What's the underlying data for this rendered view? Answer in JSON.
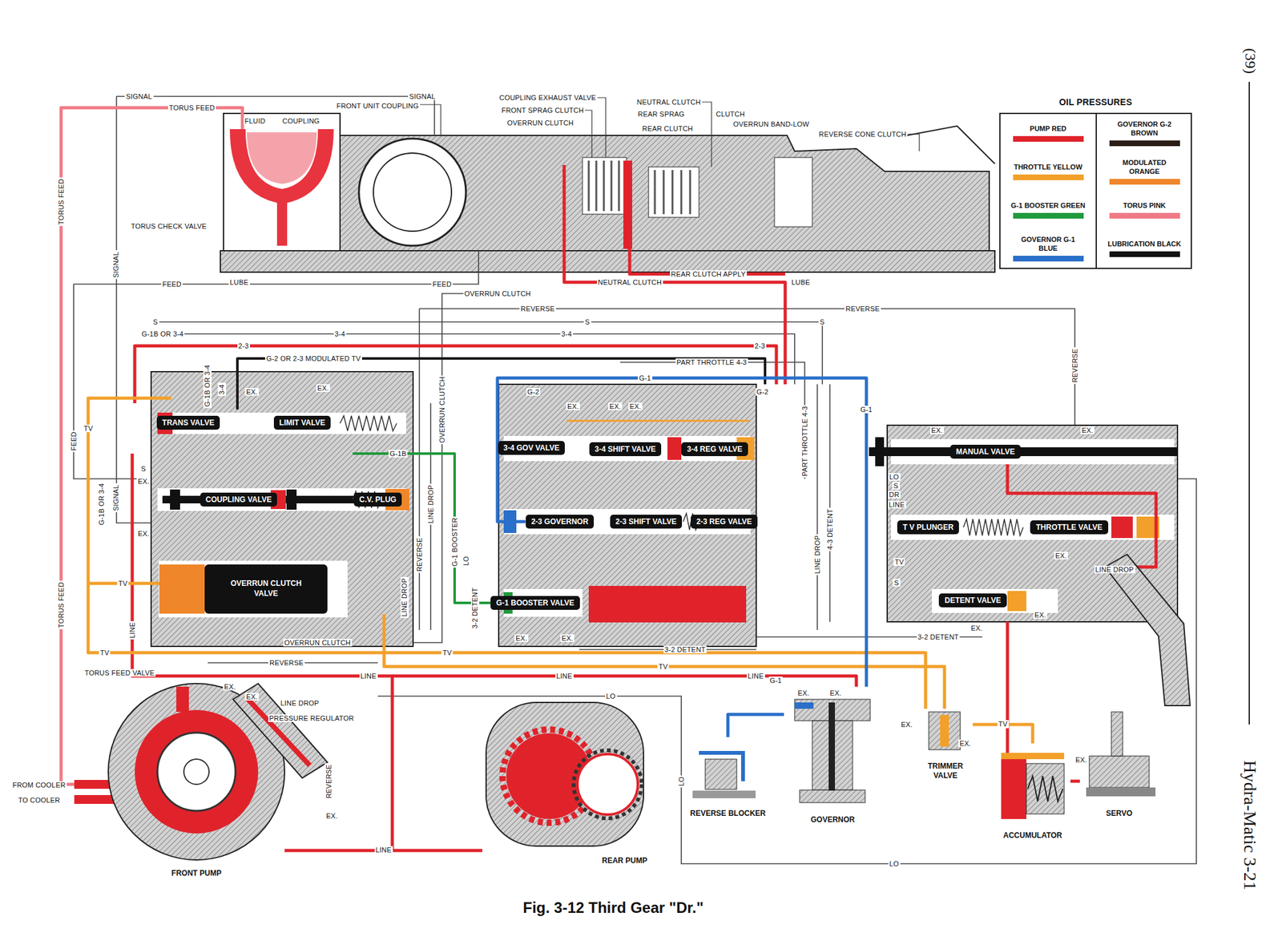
{
  "diagram": {
    "caption": "Fig. 3-12 Third Gear \"Dr.\"",
    "nodes": [
      {
        "text": [
          "TRANS VALVE"
        ]
      },
      {
        "text": [
          "LIMIT VALVE"
        ]
      },
      {
        "text": [
          "COUPLING VALVE"
        ]
      },
      {
        "text": [
          "C.V. PLUG"
        ]
      },
      {
        "text": [
          "OVERRUN CLUTCH VALVE"
        ]
      },
      {
        "text": [
          "3-4 GOV VALVE"
        ]
      },
      {
        "text": [
          "3-4 SHIFT VALVE"
        ]
      },
      {
        "text": [
          "3-4 REG VALVE"
        ]
      },
      {
        "text": [
          "2-3 GOVERNOR"
        ]
      },
      {
        "text": [
          "2-3 SHIFT VALVE"
        ]
      },
      {
        "text": [
          "2-3 REG VALVE"
        ]
      },
      {
        "text": [
          "G-1 BOOSTER VALVE"
        ]
      },
      {
        "text": [
          "MANUAL VALVE"
        ]
      },
      {
        "text": [
          "T V PLUNGER"
        ]
      },
      {
        "text": [
          "THROTTLE VALVE"
        ]
      },
      {
        "text": [
          "DETENT VALVE"
        ]
      },
      {
        "text": [
          "FRONT PUMP"
        ]
      },
      {
        "text": [
          "REAR PUMP"
        ]
      },
      {
        "text": [
          "REVERSE BLOCKER"
        ]
      },
      {
        "text": [
          "GOVERNOR"
        ]
      },
      {
        "text": [
          "TRIMMER VALVE"
        ]
      },
      {
        "text": [
          "ACCUMULATOR"
        ]
      },
      {
        "text": [
          "SERVO"
        ]
      }
    ],
    "edges": [
      {
        "from": 16,
        "to": 17,
        "arrow": "none",
        "label": "LINE"
      },
      {
        "from": 19,
        "to": 8,
        "arrow": "none",
        "label": "G-1"
      },
      {
        "from": 19,
        "to": 18,
        "arrow": "none"
      },
      {
        "from": 20,
        "to": 21,
        "arrow": "none",
        "label": "TV"
      },
      {
        "from": 21,
        "to": 22,
        "arrow": "none"
      }
    ],
    "labels": [
      "(39)",
      "SIGNAL",
      "SIGNAL",
      "TORUS FEED",
      "FRONT UNIT COUPLING",
      "COUPLING EXHAUST VALVE",
      "FRONT SPRAG CLUTCH",
      "OVERRUN CLUTCH",
      "NEUTRAL CLUTCH",
      "REAR SPRAG",
      "CLUTCH",
      "REAR CLUTCH",
      "OVERRUN BAND-LOW",
      "REVERSE CONE CLUTCH",
      "OIL PRESSURES",
      "FLUID",
      "COUPLING",
      "TORUS CHECK VALVE",
      "LUBE",
      "LUBE",
      "TORUS FEED",
      "SIGNAL",
      "FEED",
      "FEED",
      "OVERRUN CLUTCH",
      "NEUTRAL CLUTCH",
      "REAR CLUTCH APPLY",
      "REVERSE",
      "REVERSE",
      "S",
      "S",
      "S",
      "G-1B OR 3-4",
      "3-4",
      "3-4",
      "2-3",
      "2-3",
      "G-2 OR 2-3 MODULATED TV",
      "PART THROTTLE 4-3",
      "REVERSE",
      "G-1",
      "G-2",
      "G-2",
      "G-1B OR 3-4",
      "3-4",
      "EX.",
      "EX.",
      "S",
      "EX.",
      "FEED",
      "SIGNAL",
      "G-1B OR 3-4",
      "EX.",
      "G-1B",
      "TV",
      "TV",
      "TORUS FEED",
      "LINE",
      "REVERSE",
      "LINE DROP",
      "OVERRUN CLUTCH",
      "G-1 BOOSTER",
      "LINE DROP",
      "OVERRUN CLUTCH",
      "REVERSE",
      "TV",
      "TV",
      "3-2 DETENT",
      "TV",
      "LINE",
      "LINE",
      "LINE",
      "LO",
      "LO",
      "LO",
      "TORUS FEED VALVE",
      "EX.",
      "EX.",
      "LINE DROP",
      "PRESSURE REGULATOR",
      "REVERSE",
      "EX.",
      "FROM COOLER",
      "TO COOLER",
      "EX.",
      "EX.",
      "EX.",
      "3-2 DETENT",
      "LO",
      "EX.",
      "EX.",
      "PART THROTTLE 4-3",
      "4-3 DETENT",
      "LINE DROP",
      "3-2 DETENT",
      "EX.",
      "EX.",
      "LO",
      "S",
      "DR",
      "LINE",
      "LINE DROP",
      "TV",
      "EX.",
      "S",
      "EX.",
      "EX.",
      "EX.",
      "EX.",
      "G-1",
      "EX.",
      "EX.",
      "EX.",
      "Hydra-Matic 3-21"
    ],
    "legend": [
      {
        "text": "PUMP RED",
        "color": "#e0232b"
      },
      {
        "text": "GOVERNOR G-2 BROWN",
        "color": "#2b1d16"
      },
      {
        "text": "THROTTLE YELLOW",
        "color": "#f2a02a"
      },
      {
        "text": "MODULATED ORANGE",
        "color": "#f0862a"
      },
      {
        "text": "G-1 BOOSTER GREEN",
        "color": "#1f9a3c"
      },
      {
        "text": "TORUS PINK",
        "color": "#f07a86"
      },
      {
        "text": "GOVERNOR G-1 BLUE",
        "color": "#2a6fc9"
      },
      {
        "text": "LUBRICATION BLACK",
        "color": "#111111"
      }
    ]
  }
}
